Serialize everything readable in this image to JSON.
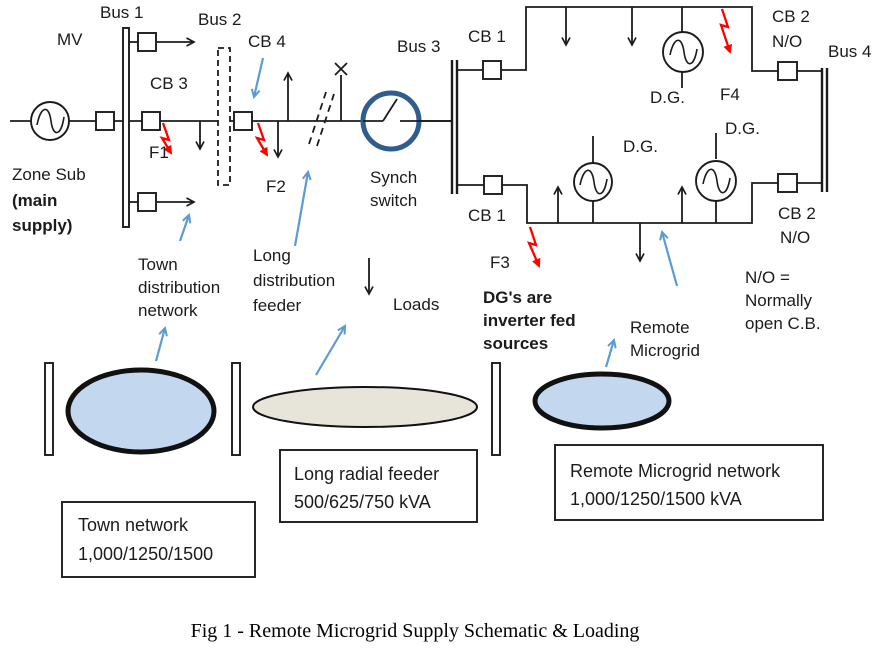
{
  "diagram": {
    "caption": "Fig 1 - Remote Microgrid Supply Schematic & Loading",
    "colors": {
      "blue_text": "#0070C0",
      "pointer_blue": "#5B9BD5",
      "fault_red": "#FF0000",
      "synch_blue": "#2E5D8E",
      "network_fill": "#C3D8EE",
      "feeder_fill": "#E7E5D9",
      "line_black": "#1b1b1b"
    },
    "labels": {
      "bus1": "Bus 1",
      "bus2": "Bus 2",
      "bus3": "Bus 3",
      "bus4": "Bus 4",
      "mv": "MV",
      "cb3": "CB 3",
      "cb4": "CB 4",
      "cb1_top": "CB 1",
      "cb1_bottom": "CB 1",
      "cb2_top": "CB 2",
      "cb2_top_no": "N/O",
      "cb2_bottom": "CB 2",
      "cb2_bottom_no": "N/O",
      "f1": "F1",
      "f2": "F2",
      "f3": "F3",
      "f4": "F4",
      "zone_sub": "Zone Sub",
      "main_supply_1": "(main",
      "main_supply_2": "supply)",
      "synch_1": "Synch",
      "synch_2": "switch",
      "town_dist_1": "Town",
      "town_dist_2": "distribution",
      "town_dist_3": "network",
      "long_dist_1": "Long",
      "long_dist_2": "distribution",
      "long_dist_3": "feeder",
      "loads": "Loads",
      "dg_top": "D.G.",
      "dg_right": "D.G.",
      "dg_left": "D.G.",
      "dgs_note_1": "DG's are",
      "dgs_note_2": "inverter fed",
      "dgs_note_3": "sources",
      "remote_1": "Remote",
      "remote_2": "Microgrid",
      "no_def_1": "N/O =",
      "no_def_2": "Normally",
      "no_def_3": "open C.B."
    },
    "callout_boxes": {
      "town": {
        "line1": "Town network",
        "line2": "1,000/1250/1500"
      },
      "long_feeder": {
        "line1": "Long radial feeder",
        "line2": "500/625/750 kVA"
      },
      "remote": {
        "line1": "Remote Microgrid network",
        "line2": "1,000/1250/1500 kVA"
      }
    }
  }
}
